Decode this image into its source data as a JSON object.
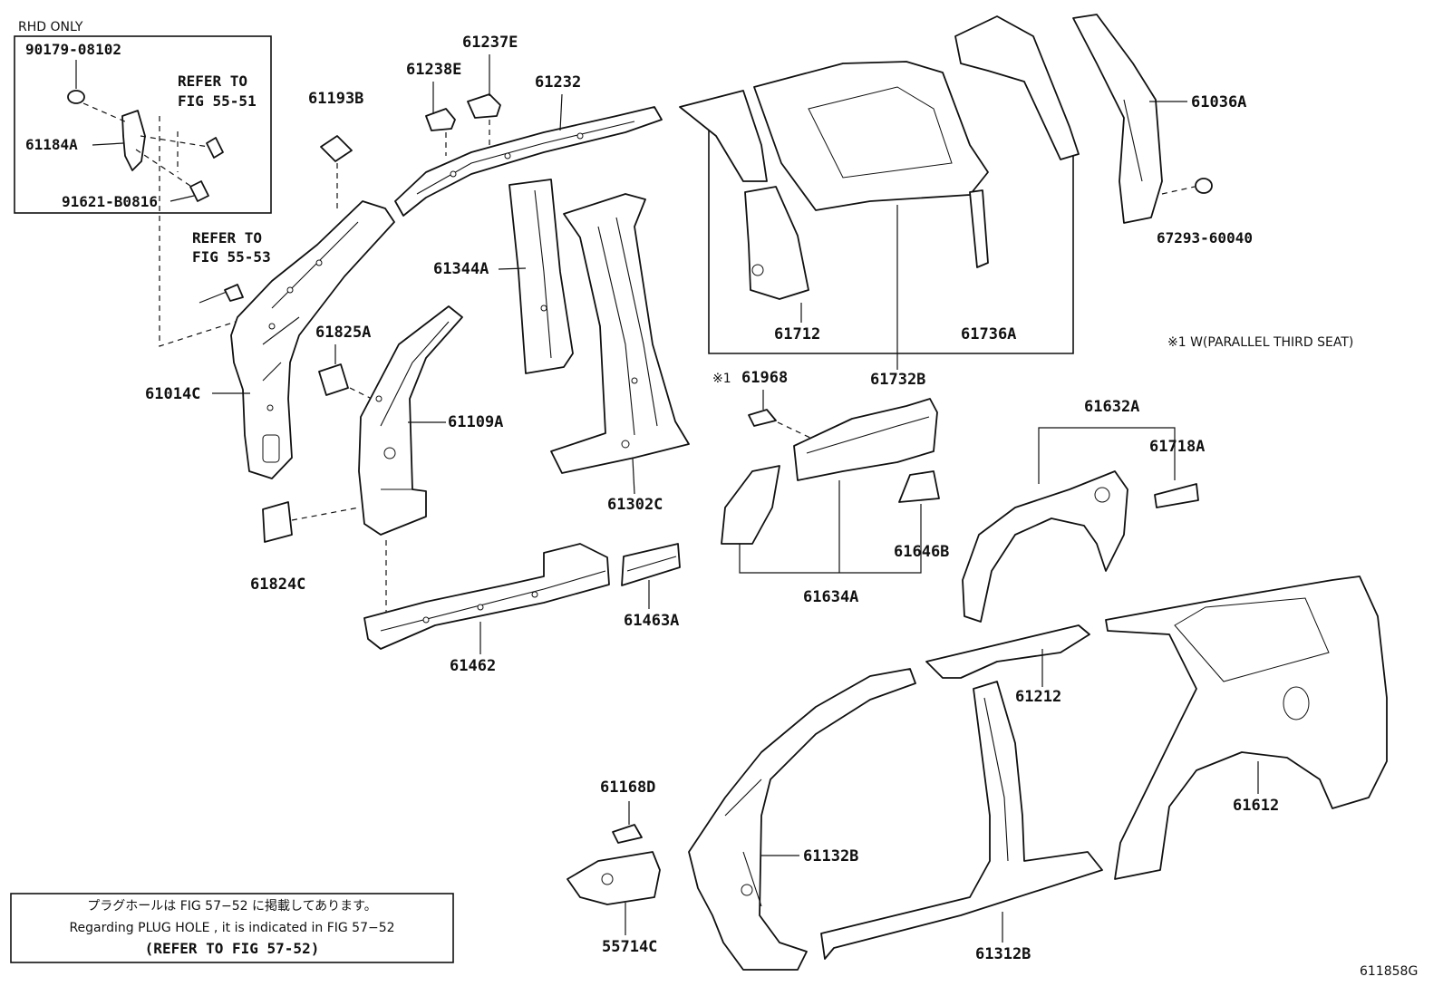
{
  "rhd_label": "RHD ONLY",
  "labels": {
    "p90179": "90179-08102",
    "p61184A": "61184A",
    "p91621": "91621-B0816",
    "ref5551_a": "REFER TO",
    "ref5551_b": "FIG 55-51",
    "ref5553_a": "REFER TO",
    "ref5553_b": "FIG 55-53",
    "p61193B": "61193B",
    "p61238E": "61238E",
    "p61237E": "61237E",
    "p61232": "61232",
    "p61344A": "61344A",
    "p61825A": "61825A",
    "p61109A": "61109A",
    "p61014C": "61014C",
    "p61302C": "61302C",
    "p61824C": "61824C",
    "p61462": "61462",
    "p61463A": "61463A",
    "p61712": "61712",
    "p61732B": "61732B",
    "p61736A": "61736A",
    "p61036A": "61036A",
    "p67293": "67293-60040",
    "footnote": "※1 W(PARALLEL THIRD SEAT)",
    "p61968_mark": "※1",
    "p61968": "61968",
    "p61632A": "61632A",
    "p61718A": "61718A",
    "p61646B": "61646B",
    "p61634A": "61634A",
    "p61212": "61212",
    "p61612": "61612",
    "p61168D": "61168D",
    "p61132B": "61132B",
    "p55714C": "55714C",
    "p61312B": "61312B",
    "fig_id": "611858G"
  },
  "note": {
    "jp": "プラグホールは FIG 57−52 に掲載してあります。",
    "en": "Regarding  PLUG  HOLE , it is indicated in  FIG  57−52",
    "ref": "(REFER TO FIG 57-52)"
  }
}
